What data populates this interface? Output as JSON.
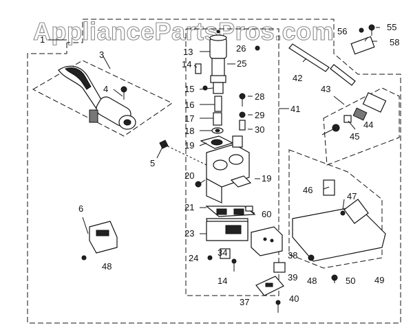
{
  "watermark": "AppliancePartsPros.com",
  "callouts": {
    "c1": "1",
    "c3": "3",
    "c4": "4",
    "c5": "5",
    "c6": "6",
    "c13": "13",
    "c14a": "14",
    "c14b": "14",
    "c15": "15",
    "c16": "16",
    "c17": "17",
    "c18": "18",
    "c19a": "19",
    "c19b": "19",
    "c20": "20",
    "c21": "21",
    "c23": "23",
    "c24": "24",
    "c25": "25",
    "c26": "26",
    "c28": "28",
    "c29": "29",
    "c30": "30",
    "c34": "34",
    "c37": "37",
    "c38": "38",
    "c39": "39",
    "c40": "40",
    "c41": "41",
    "c42": "42",
    "c43": "43",
    "c44": "44",
    "c45": "45",
    "c46": "46",
    "c47": "47",
    "c48a": "48",
    "c48b": "48",
    "c49": "49",
    "c50": "50",
    "c55": "55",
    "c56": "56",
    "c58": "58",
    "c60": "60"
  }
}
